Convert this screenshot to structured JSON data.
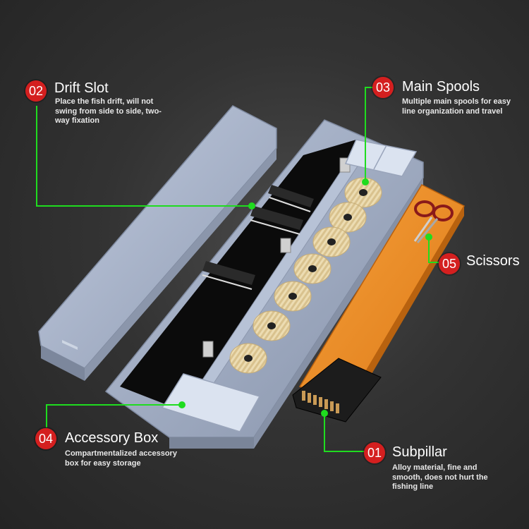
{
  "callouts": {
    "drift_slot": {
      "number": "02",
      "title": "Drift Slot",
      "desc": "Place the fish drift, will not swing from side to side, two-way fixation"
    },
    "main_spools": {
      "number": "03",
      "title": "Main Spools",
      "desc": "Multiple main spools for easy line organization and travel"
    },
    "scissors": {
      "number": "05",
      "title": "Scissors"
    },
    "accessory_box": {
      "number": "04",
      "title": "Accessory Box",
      "desc": "Compartmentalized accessory box for easy storage"
    },
    "subpillar": {
      "number": "01",
      "title": "Subpillar",
      "desc": "Alloy material, fine and smooth, does not hurt the fishing line"
    }
  },
  "colors": {
    "badge": "#d41f1f",
    "leader_line": "#1fdc1f",
    "case": "#aab6cc",
    "foam": "#0b0b0b",
    "tray": "#ee8a22",
    "spool": "#e9d6a8"
  },
  "icons": [
    "scissors-icon",
    "spool-icon",
    "hinge-icon"
  ]
}
